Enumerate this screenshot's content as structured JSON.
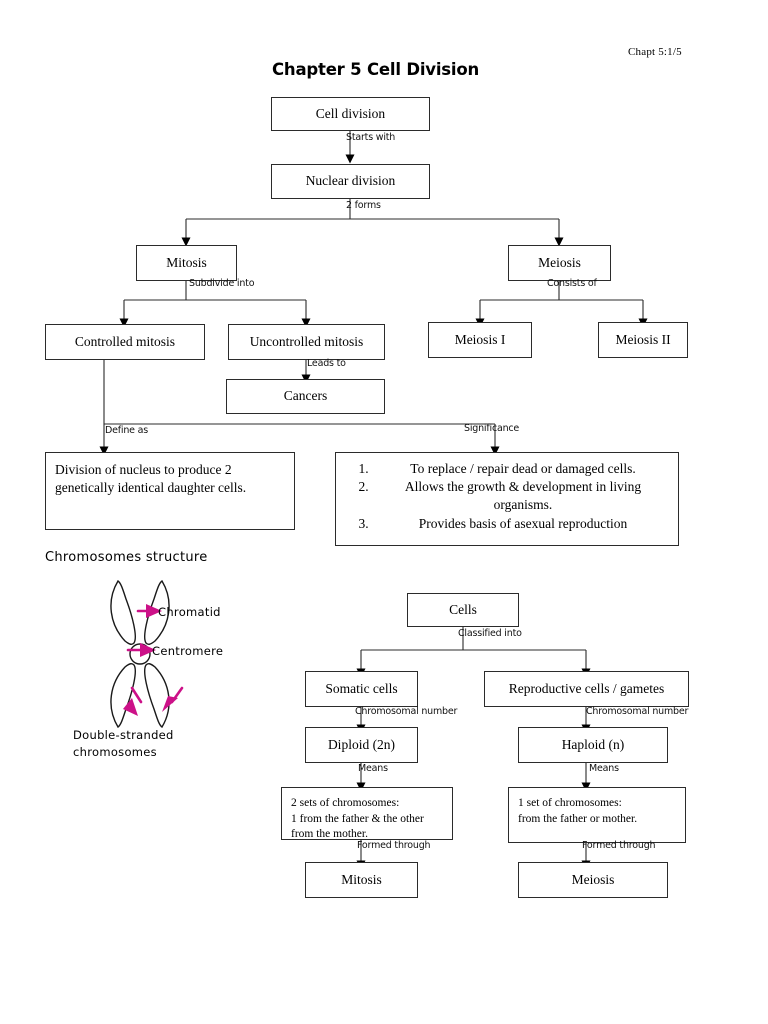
{
  "document": {
    "header_note": "Chapt 5:1/5",
    "title": "Chapter 5 Cell Division"
  },
  "top_chart": {
    "boxes": {
      "cell_division": "Cell division",
      "nuclear_division": "Nuclear division",
      "mitosis": "Mitosis",
      "meiosis": "Meiosis",
      "controlled_mitosis": "Controlled mitosis",
      "uncontrolled_mitosis": "Uncontrolled mitosis",
      "meiosis_i": "Meiosis I",
      "meiosis_ii": "Meiosis II",
      "cancers": "Cancers",
      "definition": "Division of nucleus to produce 2 genetically identical daughter cells."
    },
    "edge_labels": {
      "starts_with": "Starts with",
      "two_forms": "2 forms",
      "subdivide_into": "Subdivide into",
      "consists_of": "Consists of",
      "leads_to": "Leads to",
      "define_as": "Define as",
      "significance": "Significance"
    },
    "significance_items": [
      "To replace / repair dead or damaged cells.",
      "Allows the growth & development in living organisms.",
      "Provides basis of asexual reproduction"
    ]
  },
  "chromosome_diagram": {
    "title": "Chromosomes structure",
    "labels": {
      "chromatid": "Chromatid",
      "centromere": "Centromere",
      "double_stranded_line1": "Double-stranded",
      "double_stranded_line2": "chromosomes"
    },
    "arrow_color": "#CC1188",
    "outline_color": "#1a1a1a"
  },
  "bottom_chart": {
    "boxes": {
      "cells": "Cells",
      "somatic_cells": "Somatic cells",
      "reproductive_cells": "Reproductive cells / gametes",
      "diploid": "Diploid (2n)",
      "haploid": "Haploid (n)",
      "diploid_means_line1": "2 sets of chromosomes:",
      "diploid_means_line2": "1 from the father & the other",
      "diploid_means_line3": "from the mother.",
      "haploid_means_line1": "1 set of chromosomes:",
      "haploid_means_line2": " from the father or mother.",
      "mitosis": "Mitosis",
      "meiosis": "Meiosis"
    },
    "edge_labels": {
      "classified_into": "Classified into",
      "chromosomal_number_left": "Chromosomal number",
      "chromosomal_number_right": "Chromosomal number",
      "means_left": "Means",
      "means_right": "Means",
      "formed_through_left": "Formed through",
      "formed_through_right": "Formed through"
    }
  }
}
